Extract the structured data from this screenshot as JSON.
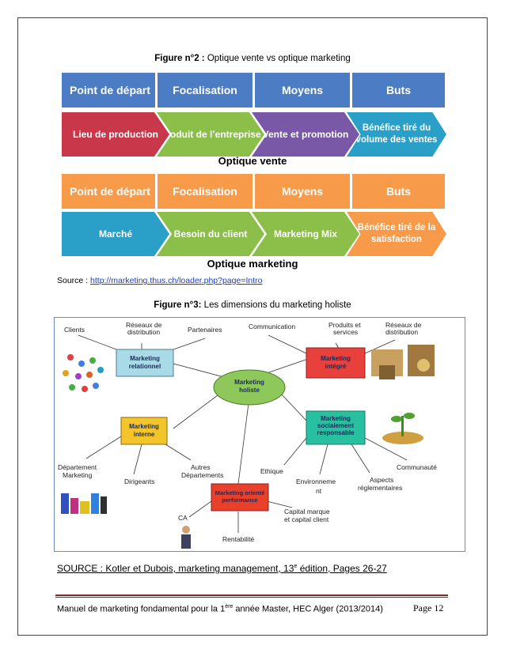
{
  "figure2": {
    "title_prefix": "Figure n°2 :",
    "title_text": " Optique vente vs optique marketing",
    "vente_headers": [
      "Point de départ",
      "Focalisation",
      "Moyens",
      "Buts"
    ],
    "vente_chevrons": [
      "Lieu de production",
      "Produit de l’entreprise",
      "Vente et promotion",
      "Bénéfice tiré du volume des ventes"
    ],
    "vente_label": "Optique vente",
    "marketing_headers": [
      "Point de départ",
      "Focalisation",
      "Moyens",
      "Buts"
    ],
    "marketing_chevrons": [
      "Marché",
      "Besoin du client",
      "Marketing Mix",
      "Bénéfice tiré de la satisfaction"
    ],
    "marketing_label": "Optique marketing",
    "colors": {
      "header_blue": "#4c7cc4",
      "header_orange": "#f79a4a",
      "chev_red": "#c8384a",
      "chev_green": "#8bbf4a",
      "chev_purple": "#7a58a8",
      "chev_teal": "#2aa0c8"
    }
  },
  "source1": {
    "prefix": "Source : ",
    "link": "http://marketing.thus.ch/loader.php?page=Intro"
  },
  "figure3": {
    "title_prefix": "Figure n°3:",
    "title_text": " Les dimensions du marketing holiste",
    "center": "Marketing holiste",
    "boxes": {
      "relationnel": "Marketing relationnel",
      "integre": "Marketing intégré",
      "interne": "Marketing interne",
      "responsable": "Marketing socialement responsable",
      "performance": "Marketing orienté performance"
    },
    "leaves": {
      "clients": "Clients",
      "reseaux1": "Réseaux de distribution",
      "partenaires": "Partenaires",
      "communication": "Communication",
      "produits": "Produits et services",
      "reseaux2": "Réseaux de distribution",
      "dep_marketing": "Département Marketing",
      "dirigeants": "Dirigeants",
      "autres_dep": "Autres Départements",
      "ethique": "Ethique",
      "environnement": "Environnement",
      "aspects": "Aspects réglementaires",
      "communaute": "Communauté",
      "ca": "CA",
      "rentabilite": "Rentabilité",
      "capital": "Capital marque et capital client"
    }
  },
  "source2": {
    "text": "SOURCE :  Kotler et Dubois, marketing management, 13",
    "sup": "e",
    "rest": " édition, Pages 26-27"
  },
  "footer": {
    "text_a": "Manuel de marketing fondamental pour la 1",
    "sup": "ère",
    "text_b": " année Master, HEC Alger (2013/2014)",
    "page": "Page 12"
  }
}
